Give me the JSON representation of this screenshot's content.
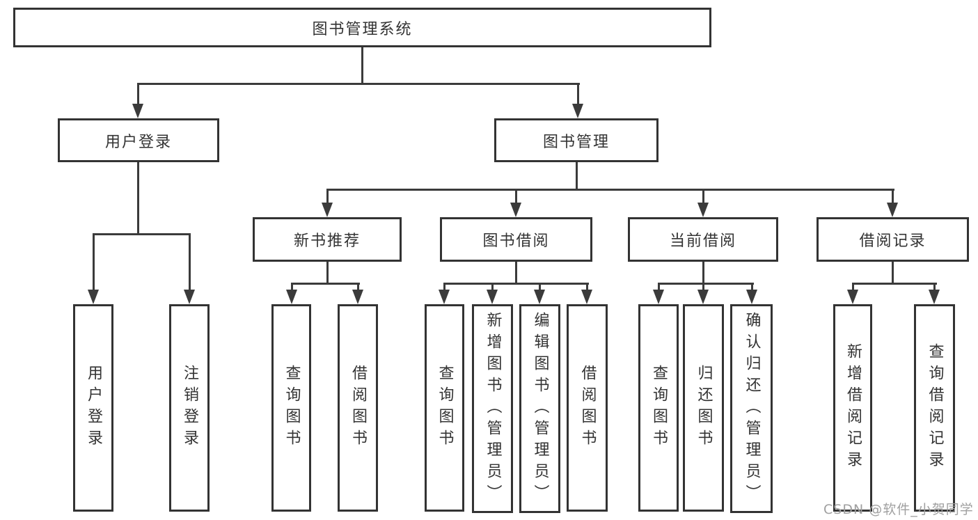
{
  "diagram": {
    "type": "hierarchy-tree",
    "title": "图书管理系统",
    "nodes": {
      "root": {
        "label": "图书管理系统"
      },
      "user_login": {
        "label": "用户登录"
      },
      "book_mgmt": {
        "label": "图书管理"
      },
      "new_book_rec": {
        "label": "新书推荐"
      },
      "book_borrow": {
        "label": "图书借阅"
      },
      "current_borrow": {
        "label": "当前借阅"
      },
      "borrow_record": {
        "label": "借阅记录"
      },
      "leaf_user_login": {
        "label": "用户登录"
      },
      "leaf_logout": {
        "label": "注销登录"
      },
      "leaf_query_book_1": {
        "label": "查询图书"
      },
      "leaf_borrow_book_1": {
        "label": "借阅图书"
      },
      "leaf_query_book_2": {
        "label": "查询图书"
      },
      "leaf_add_book": {
        "label": "新增图书（管理员）"
      },
      "leaf_edit_book": {
        "label": "编辑图书（管理员）"
      },
      "leaf_borrow_book_2": {
        "label": "借阅图书"
      },
      "leaf_query_book_3": {
        "label": "查询图书"
      },
      "leaf_return_book": {
        "label": "归还图书"
      },
      "leaf_confirm_return": {
        "label": "确认归还（管理员）"
      },
      "leaf_add_record": {
        "label": "新增借阅记录"
      },
      "leaf_query_record": {
        "label": "查询借阅记录"
      }
    },
    "edges": [
      [
        "图书管理系统",
        "用户登录"
      ],
      [
        "图书管理系统",
        "图书管理"
      ],
      [
        "用户登录",
        "用户登录"
      ],
      [
        "用户登录",
        "注销登录"
      ],
      [
        "图书管理",
        "新书推荐"
      ],
      [
        "图书管理",
        "图书借阅"
      ],
      [
        "图书管理",
        "当前借阅"
      ],
      [
        "图书管理",
        "借阅记录"
      ],
      [
        "新书推荐",
        "查询图书"
      ],
      [
        "新书推荐",
        "借阅图书"
      ],
      [
        "图书借阅",
        "查询图书"
      ],
      [
        "图书借阅",
        "新增图书（管理员）"
      ],
      [
        "图书借阅",
        "编辑图书（管理员）"
      ],
      [
        "图书借阅",
        "借阅图书"
      ],
      [
        "当前借阅",
        "查询图书"
      ],
      [
        "当前借阅",
        "归还图书"
      ],
      [
        "当前借阅",
        "确认归还（管理员）"
      ],
      [
        "借阅记录",
        "新增借阅记录"
      ],
      [
        "借阅记录",
        "查询借阅记录"
      ]
    ],
    "colors": {
      "line": "#3b3b3b",
      "box_border": "#333333",
      "box_fill": "#ffffff",
      "text": "#333333",
      "watermark": "#a0a0a0",
      "background": "#ffffff"
    }
  },
  "watermark": {
    "text": "CSDN @软件_小贺同学"
  }
}
